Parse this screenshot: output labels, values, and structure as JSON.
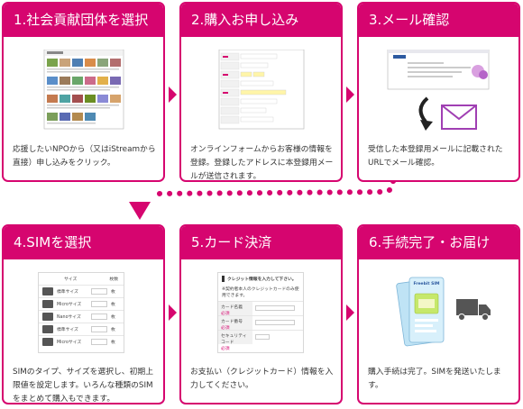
{
  "colors": {
    "accent": "#d6056f",
    "text": "#333333",
    "background": "#ffffff"
  },
  "steps": [
    {
      "title": "1.社会貢献団体を選択",
      "description": "応援したいNPOから（又はiStreamから直接）申し込みをクリック。",
      "image": "npo-website-screenshot"
    },
    {
      "title": "2.購入お申し込み",
      "description": "オンラインフォームからお客様の情報を登録。登録したアドレスに本登録用メールが送信されます。",
      "image": "online-form-screenshot"
    },
    {
      "title": "3.メール確認",
      "description": "受信した本登録用メールに記載されたURLでメール確認。",
      "image": "email-confirmation-illustration"
    },
    {
      "title": "4.SIMを選択",
      "description": "SIMのタイプ、サイズを選択し、初期上限値を設定します。いろんな種類のSIMをまとめて購入もできます。",
      "image": "sim-selection-screenshot",
      "sim_table": {
        "header_size": "サイズ",
        "header_qty": "枚数",
        "rows": [
          "標準サイズ",
          "Microサイズ",
          "Nanoサイズ",
          "標準サイズ",
          "Microサイズ"
        ],
        "unit": "枚"
      }
    },
    {
      "title": "5.カード決済",
      "description": "お支払い（クレジットカード）情報を入力してください。",
      "image": "card-payment-screenshot",
      "card_form": {
        "heading": "クレジット情報を入力して下さい。",
        "notice": "※契約者本人のクレジットカードのみ使用できます。",
        "fields": [
          "カード名義",
          "カード番号",
          "セキュリティコード"
        ],
        "required": "必須"
      }
    },
    {
      "title": "6.手続完了・お届け",
      "description": "購入手続は完了。SIMを発送いたします。",
      "image": "sim-package-delivery-illustration",
      "package_brand": "Freebit SIM"
    }
  ]
}
